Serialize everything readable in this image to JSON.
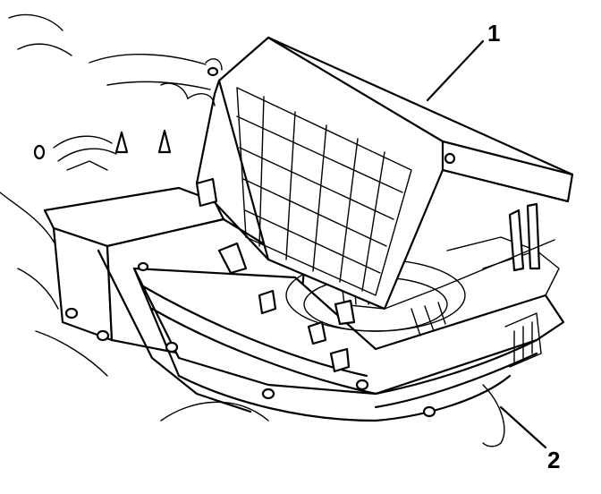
{
  "callouts": [
    {
      "label": "1"
    },
    {
      "label": "2"
    }
  ],
  "parts": {
    "filter_access_door": "1",
    "blower_housing": "2"
  }
}
